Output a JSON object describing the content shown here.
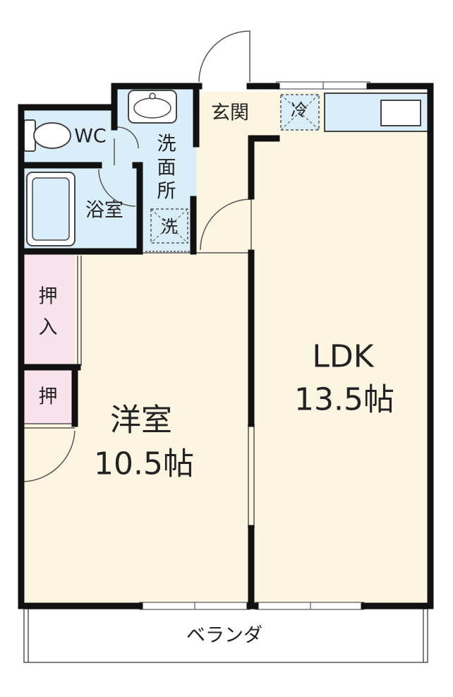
{
  "rooms": {
    "ldk": {
      "name": "LDK",
      "size": "13.5帖"
    },
    "western": {
      "name": "洋室",
      "size": "10.5帖"
    },
    "oshiire": {
      "line1": "押",
      "line2": "入"
    },
    "closet": {
      "name": "押"
    },
    "bath": {
      "name": "浴室"
    },
    "wc": {
      "name": "WC"
    },
    "washroom": {
      "line1": "洗",
      "line2": "面",
      "line3": "所"
    },
    "entrance": {
      "name": "玄関"
    },
    "veranda": {
      "name": "ベランダ"
    }
  },
  "fixtures": {
    "washer": "洗",
    "fridge": "冷"
  },
  "colors": {
    "wall": "#111111",
    "room_floor": "#fbf5e1",
    "wet_area": "#d9eef8",
    "storage": "#f8e3ec",
    "fixture_fill": "#d9eef8",
    "fixture_stroke": "#555555"
  }
}
